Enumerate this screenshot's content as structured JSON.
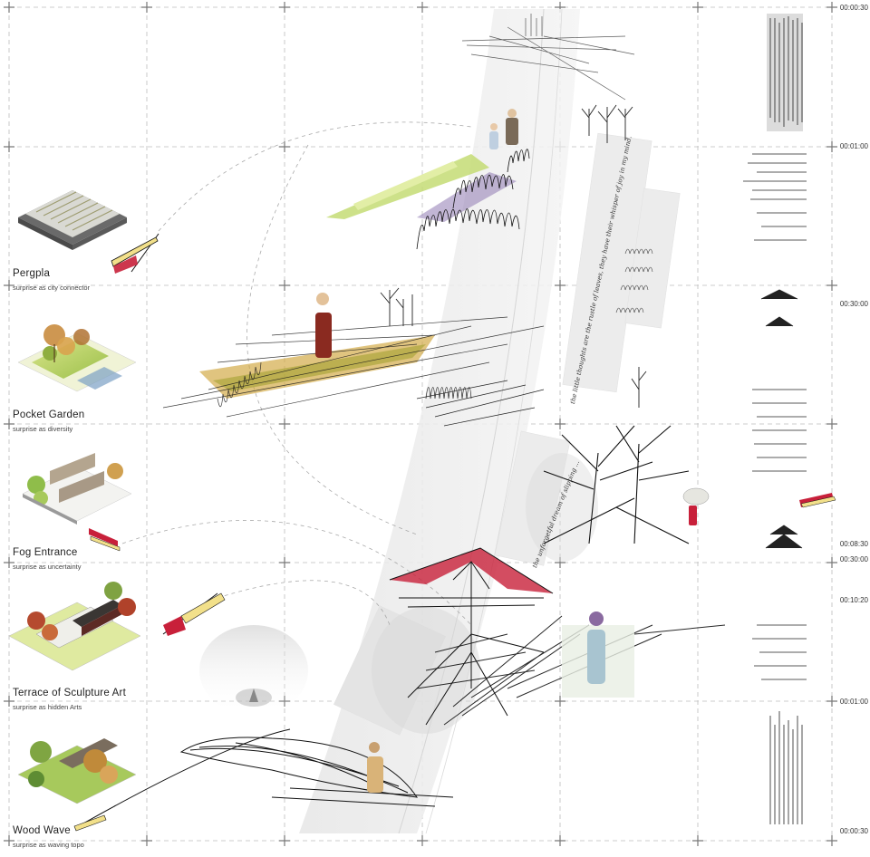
{
  "sections": [
    {
      "title": "Pergpla",
      "subtitle": "surprise as city connector"
    },
    {
      "title": "Pocket Garden",
      "subtitle": "surprise as diversity"
    },
    {
      "title": "Fog Entrance",
      "subtitle": "surprise as uncertainty"
    },
    {
      "title": "Terrace of Sculpture Art",
      "subtitle": "surprise as hidden Arts"
    },
    {
      "title": "Wood Wave",
      "subtitle": "surprise as waving topo"
    }
  ],
  "timeline": [
    "00:00:30",
    "00:01:00",
    "00:30:00",
    "00:08:30",
    "00:30:00",
    "00:10:20",
    "00:01:00",
    "00:00:30"
  ],
  "handwriting": [
    "the little thoughts are the rustle of leaves, they have their whisper of joy in my mind.",
    "the unforgetful dream of slipping ..."
  ],
  "colors": {
    "grass": "#b9d46a",
    "accent_red": "#c8203a",
    "flag_yellow": "#f2e08a",
    "ink": "#222222",
    "grid": "#bbbbbb"
  }
}
